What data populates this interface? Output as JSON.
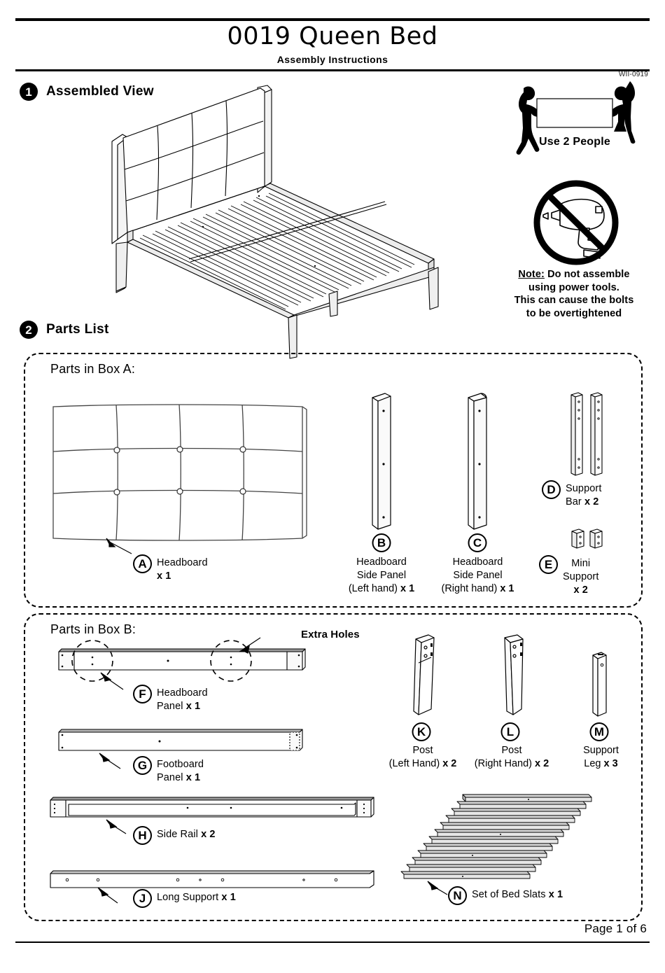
{
  "document": {
    "title": "0019 Queen Bed",
    "subtitle": "Assembly Instructions",
    "code": "WII-0919",
    "page_number": "Page 1 of 6"
  },
  "sections": [
    {
      "number": "1",
      "title": "Assembled View"
    },
    {
      "number": "2",
      "title": "Parts List"
    }
  ],
  "warnings": {
    "two_people_label": "Use 2 People",
    "note_prefix": "Note:",
    "note_line1": " Do not assemble",
    "note_line2": "using power tools.",
    "note_line3": "This can cause the bolts",
    "note_line4": "to be overtightened",
    "power_tool_icon": "no-power-drill-icon",
    "two_people_icon": "two-people-carry-icon"
  },
  "parts_list": {
    "box_a": {
      "label": "Parts in Box A:",
      "parts": [
        {
          "letter": "A",
          "name_line1": "Headboard",
          "name_line2": "x 1",
          "qty": "x 1"
        },
        {
          "letter": "B",
          "name_line1": "Headboard",
          "name_line2": "Side Panel",
          "name_line3": "(Left hand)",
          "qty": "x 1"
        },
        {
          "letter": "C",
          "name_line1": "Headboard",
          "name_line2": "Side Panel",
          "name_line3": "(Right hand)",
          "qty": "x 1"
        },
        {
          "letter": "D",
          "name_line1": "Support",
          "name_line2": "Bar",
          "qty": "x 2"
        },
        {
          "letter": "E",
          "name_line1": "Mini",
          "name_line2": "Support",
          "qty": "x 2"
        }
      ]
    },
    "box_b": {
      "label": "Parts in Box B:",
      "callout": "Extra Holes",
      "parts": [
        {
          "letter": "F",
          "name_line1": "Headboard",
          "name_line2": "Panel",
          "qty": "x 1"
        },
        {
          "letter": "G",
          "name_line1": "Footboard",
          "name_line2": "Panel",
          "qty": "x 1"
        },
        {
          "letter": "H",
          "name_line1": "Side Rail",
          "qty": "x 2"
        },
        {
          "letter": "J",
          "name_line1": "Long Support",
          "qty": "x 1"
        },
        {
          "letter": "K",
          "name_line1": "Post",
          "name_line2": "(Left Hand)",
          "qty": "x 2"
        },
        {
          "letter": "L",
          "name_line1": "Post",
          "name_line2": "(Right Hand)",
          "qty": "x 2"
        },
        {
          "letter": "M",
          "name_line1": "Support",
          "name_line2": "Leg",
          "qty": "x 3"
        },
        {
          "letter": "N",
          "name_line1": "Set of Bed Slats",
          "qty": "x 1"
        }
      ]
    }
  },
  "colors": {
    "line": "#000000",
    "shade": "#d6d6d6",
    "light_shade": "#ededed"
  }
}
